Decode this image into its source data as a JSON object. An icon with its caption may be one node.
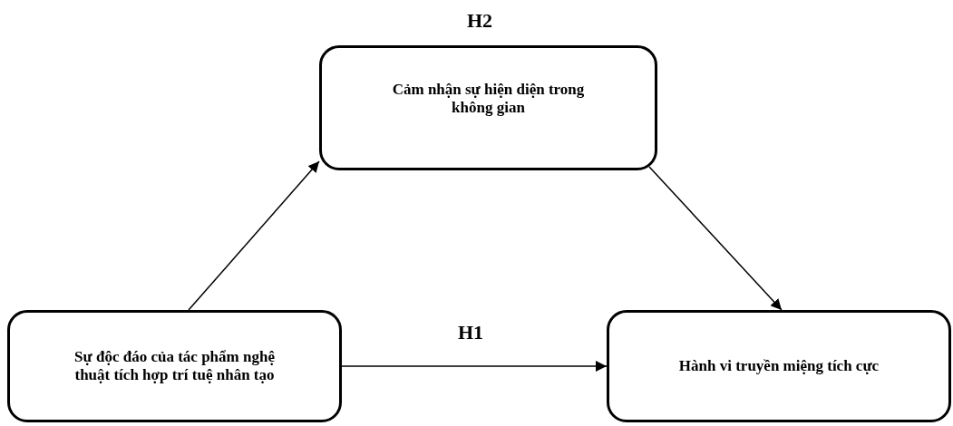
{
  "diagram": {
    "nodes": [
      {
        "text": [
          "Cảm nhận sự hiện diện trong không gian"
        ]
      },
      {
        "text": [
          "Sự độc đáo của tác phẩm nghệ thuật tích hợp trí tuệ nhân tạo"
        ]
      },
      {
        "text": [
          "Hành vi truyền miệng tích cực"
        ]
      }
    ],
    "edges": [
      {
        "from": 1,
        "to": 0,
        "arrow": "to"
      },
      {
        "from": 0,
        "to": 2,
        "arrow": "to"
      },
      {
        "from": 1,
        "to": 2,
        "arrow": "to",
        "label": "H1"
      }
    ],
    "labels": [
      "H2"
    ]
  }
}
